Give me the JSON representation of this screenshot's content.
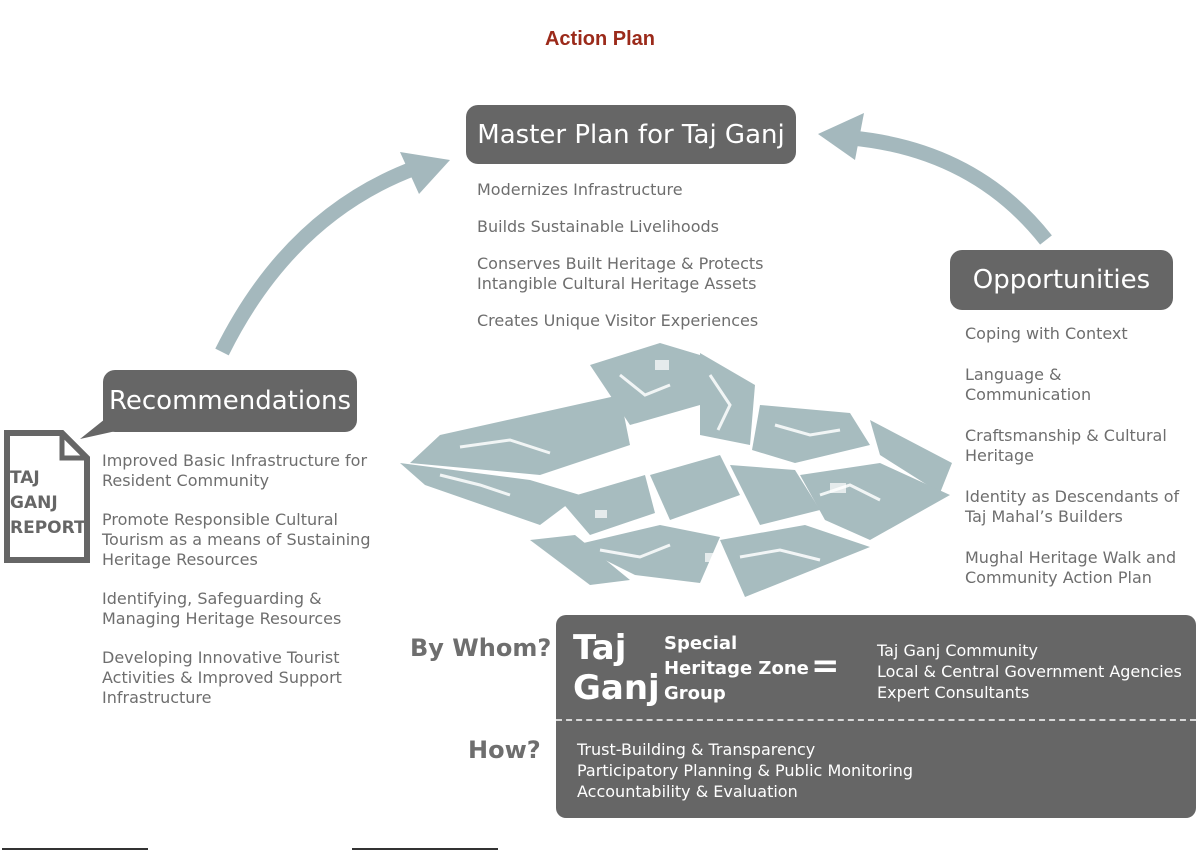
{
  "title": "Action Plan",
  "master_plan": {
    "label": "Master Plan for Taj Ganj",
    "items": [
      "Modernizes Infrastructure",
      "Builds Sustainable Livelihoods",
      "Conserves Built Heritage & Protects\nIntangible Cultural Heritage Assets",
      "Creates Unique Visitor Experiences"
    ]
  },
  "opportunities": {
    "label": "Opportunities",
    "items": [
      "Coping with Context",
      "Language &\nCommunication",
      "Craftsmanship & Cultural\nHeritage",
      "Identity as Descendants of\nTaj Mahal’s Builders",
      "Mughal Heritage Walk and\nCommunity Action Plan"
    ]
  },
  "recommendations": {
    "label": "Recommendations",
    "items": [
      "Improved Basic Infrastructure for\nResident Community",
      "Promote Responsible Cultural\nTourism as a means of Sustaining\nHeritage Resources",
      "Identifying, Safeguarding &\nManaging Heritage Resources",
      "Developing Innovative Tourist\nActivities & Improved Support\nInfrastructure"
    ]
  },
  "report": {
    "line1": "TAJ",
    "line2": "GANJ",
    "line3": "REPORT"
  },
  "by_whom": {
    "question": "By Whom?",
    "logo_line1": "Taj",
    "logo_line2": "Ganj",
    "group_line1": "Special",
    "group_line2": "Heritage Zone",
    "group_line3": "Group",
    "equals": "=",
    "members": [
      "Taj Ganj Community",
      "Local & Central Government Agencies",
      "Expert Consultants"
    ]
  },
  "how": {
    "question": "How?",
    "items": [
      "Trust-Building & Transparency",
      "Participatory Planning & Public Monitoring",
      "Accountability & Evaluation"
    ]
  },
  "colors": {
    "title": "#9b2a1a",
    "box_fill": "#666666",
    "arrow": "#a4b8bd",
    "map_fill": "#a7bcbf",
    "body_text": "#6e6e6e"
  }
}
